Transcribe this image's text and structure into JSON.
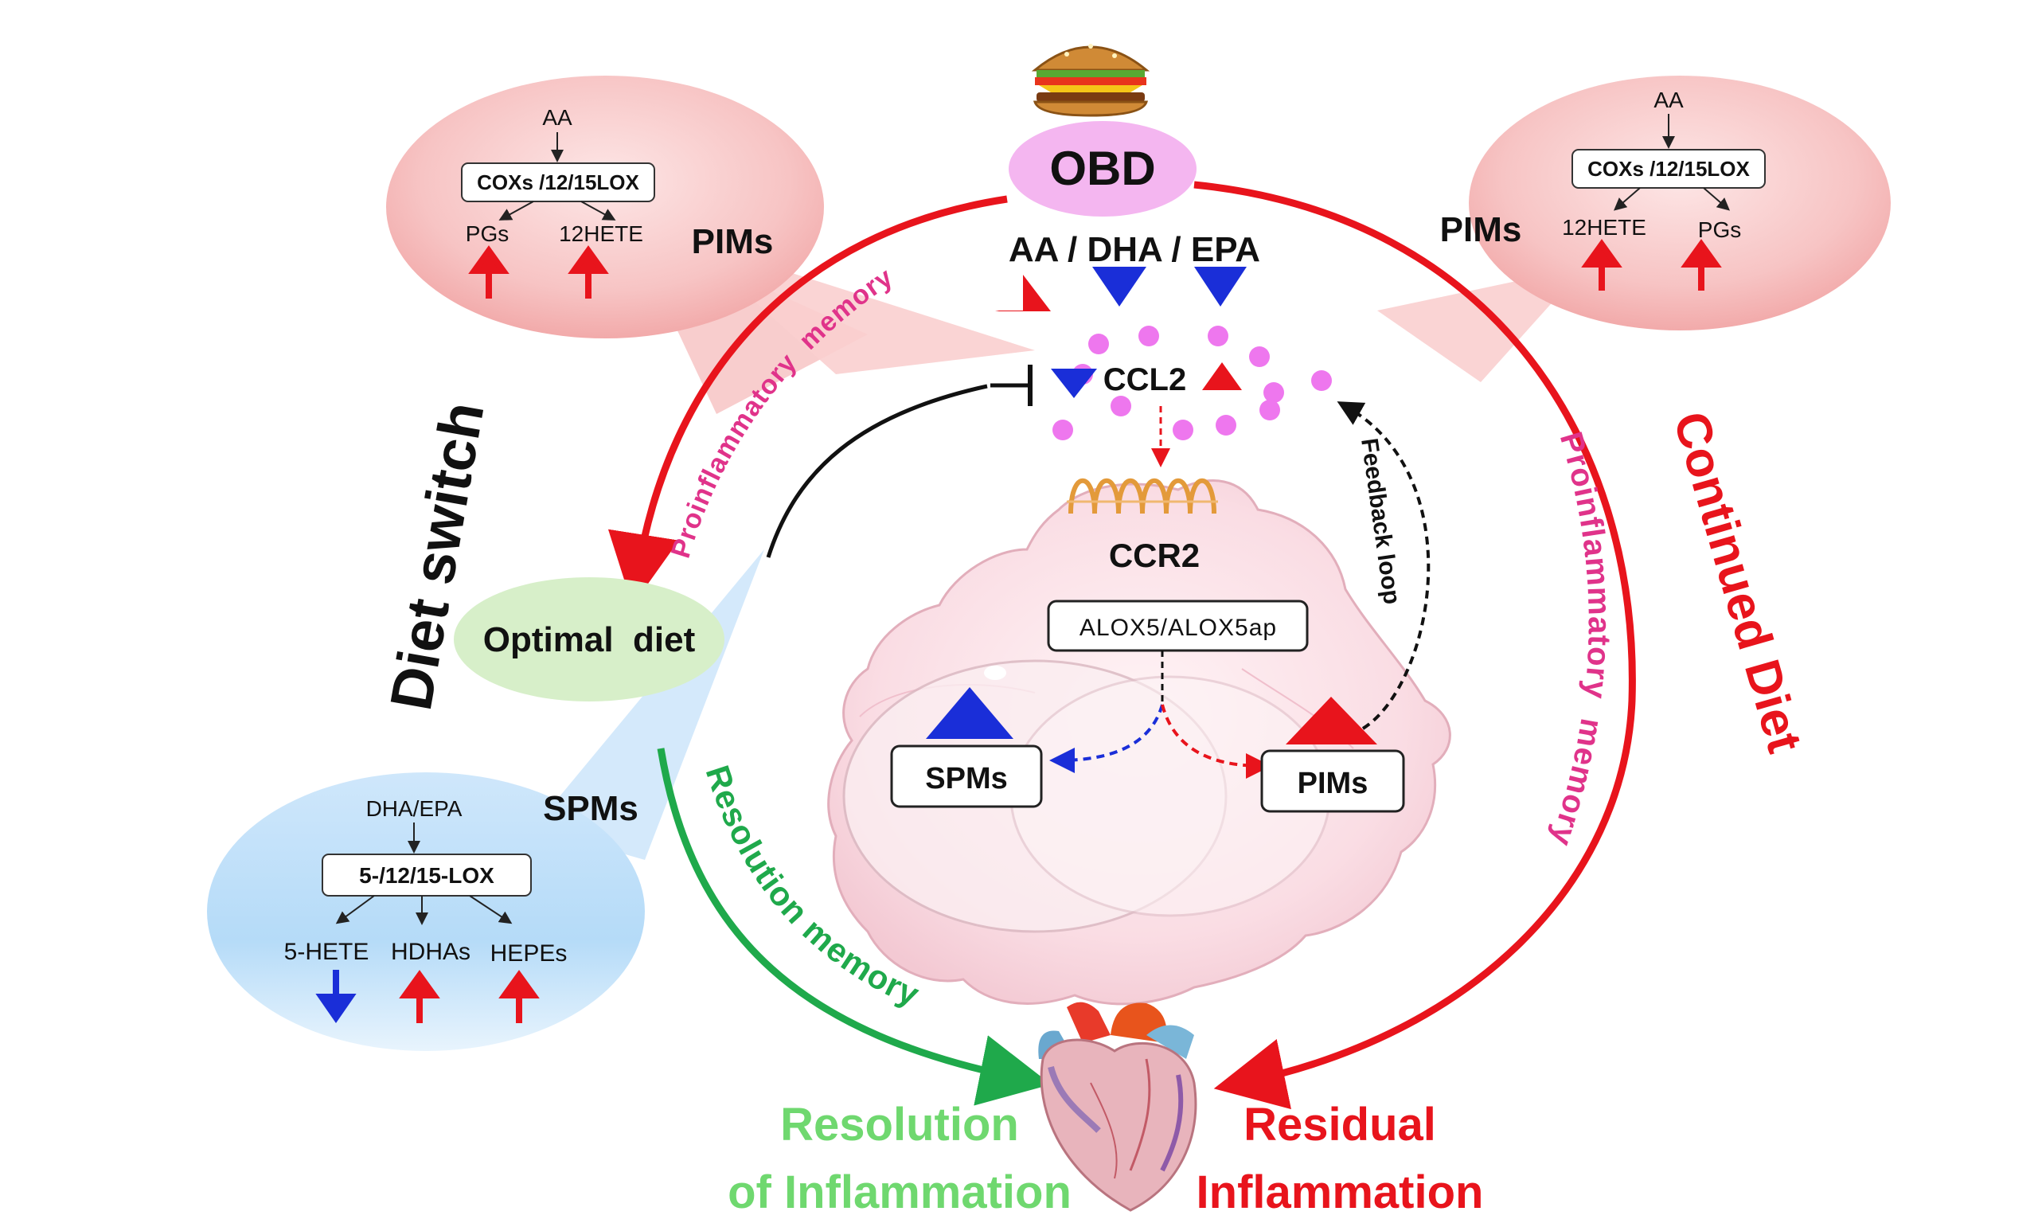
{
  "obd": "OBD",
  "lipids": "AA / DHA / EPA",
  "ccl2": "CCL2",
  "ccr2": "CCR2",
  "alox": "ALOX5/ALOX5ap",
  "spms_box": "SPMs",
  "pims_box": "PIMs",
  "feedback": "Feedback loop",
  "optimal_diet": "Optimal  diet",
  "diet_switch": "Diet switch",
  "continued_diet": "Continued Diet",
  "pro_memory_left": "Proinflammatory  memory",
  "pro_memory_right": "Proinflammatory  memory",
  "resolution_memory": "Resolution memory",
  "resolution_label": [
    "Resolution",
    "of Inflammation"
  ],
  "residual_label": [
    "Residual",
    "Inflammation"
  ],
  "left_bubble": {
    "label": "PIMs",
    "substrate": "AA",
    "enzyme": "COXs /12/15LOX",
    "products": [
      "PGs",
      "12HETE"
    ]
  },
  "right_bubble": {
    "label": "PIMs",
    "substrate": "AA",
    "enzyme": "COXs /12/15LOX",
    "products": [
      "12HETE",
      "PGs"
    ]
  },
  "spm_bubble": {
    "label": "SPMs",
    "substrate": "DHA/EPA",
    "enzyme": "5-/12/15-LOX",
    "products": [
      "5-HETE",
      "HDHAs",
      "HEPEs"
    ]
  },
  "colors": {
    "red": "#e8141c",
    "green": "#1fa94b",
    "magenta": "#e0338a",
    "blue": "#1a2ed8",
    "dot": "#ee77ee",
    "lime_text": "#6fd86f"
  }
}
